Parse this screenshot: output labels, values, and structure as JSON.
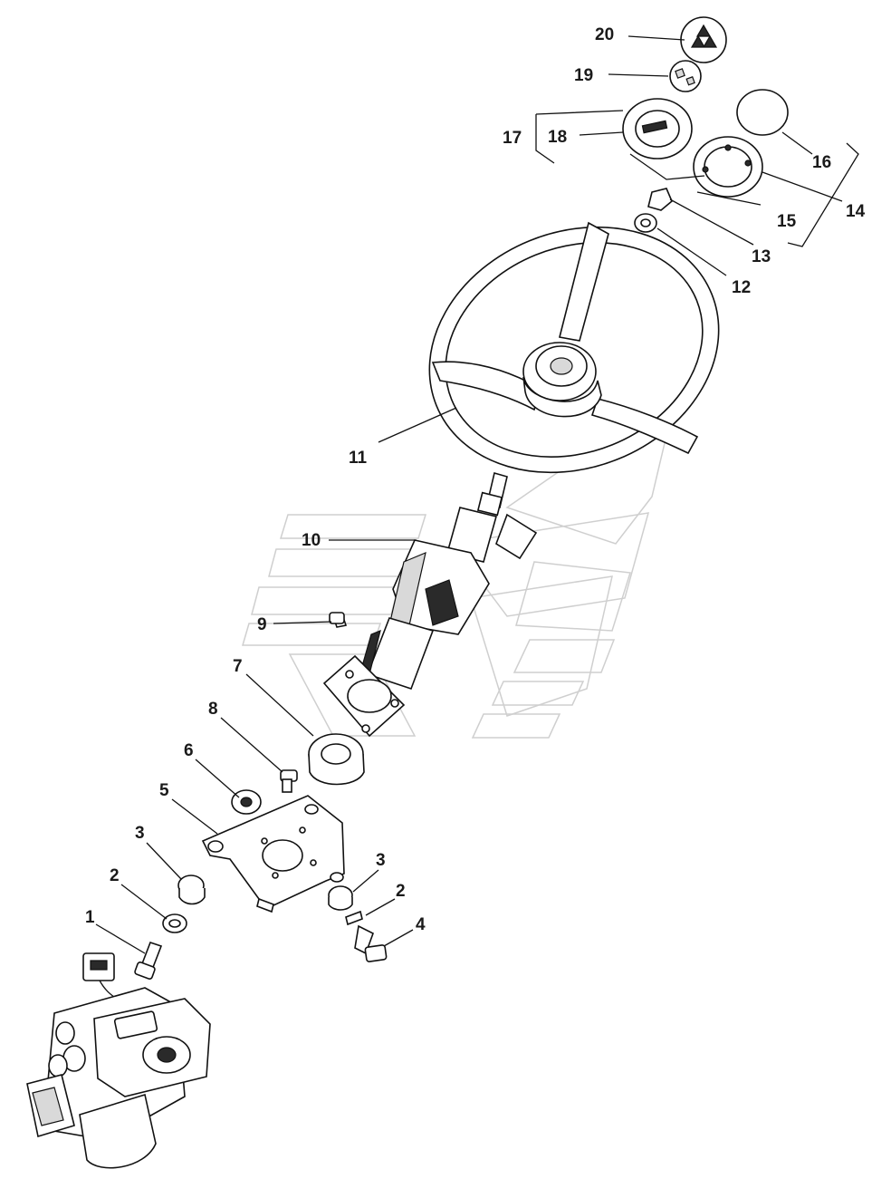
{
  "diagram": {
    "colors": {
      "line": "#111111",
      "watermark": "#cfcfcf",
      "background": "#ffffff"
    },
    "callouts": [
      {
        "id": "1",
        "label": "1"
      },
      {
        "id": "2a",
        "label": "2"
      },
      {
        "id": "3a",
        "label": "3"
      },
      {
        "id": "5",
        "label": "5"
      },
      {
        "id": "6",
        "label": "6"
      },
      {
        "id": "8",
        "label": "8"
      },
      {
        "id": "7",
        "label": "7"
      },
      {
        "id": "9",
        "label": "9"
      },
      {
        "id": "10",
        "label": "10"
      },
      {
        "id": "11",
        "label": "11"
      },
      {
        "id": "12",
        "label": "12"
      },
      {
        "id": "13",
        "label": "13"
      },
      {
        "id": "14",
        "label": "14"
      },
      {
        "id": "15",
        "label": "15"
      },
      {
        "id": "16",
        "label": "16"
      },
      {
        "id": "17",
        "label": "17"
      },
      {
        "id": "18",
        "label": "18"
      },
      {
        "id": "19",
        "label": "19"
      },
      {
        "id": "20",
        "label": "20"
      },
      {
        "id": "3b",
        "label": "3"
      },
      {
        "id": "2b",
        "label": "2"
      },
      {
        "id": "4",
        "label": "4"
      }
    ]
  }
}
